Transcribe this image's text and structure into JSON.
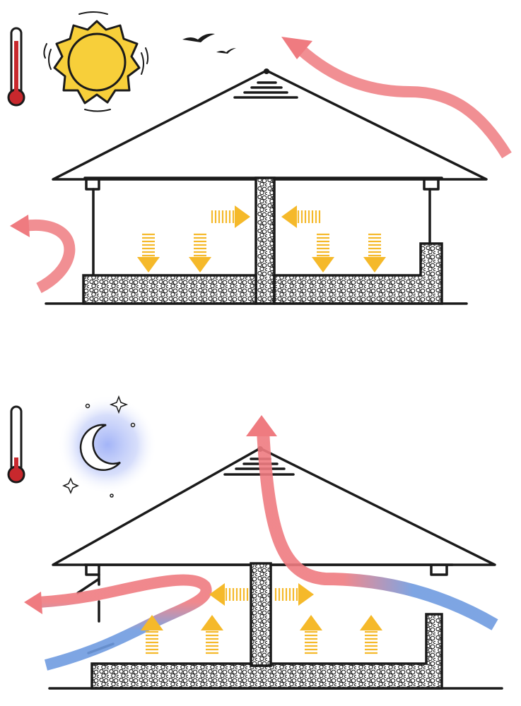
{
  "colors": {
    "ink": "#1a1a1a",
    "sun": "#f7cf3a",
    "heat_arrow": "#f5b92a",
    "warm_air": "#ef7b80",
    "cool_air": "#6f9be0",
    "night_glow": "#a9b8f5",
    "thermometer_red": "#c8282d"
  },
  "scenes": [
    {
      "id": "day",
      "thermometer_level": 0.85,
      "sky_icon": "sun-icon"
    },
    {
      "id": "night",
      "thermometer_level": 0.22,
      "sky_icon": "moon-icon"
    }
  ]
}
